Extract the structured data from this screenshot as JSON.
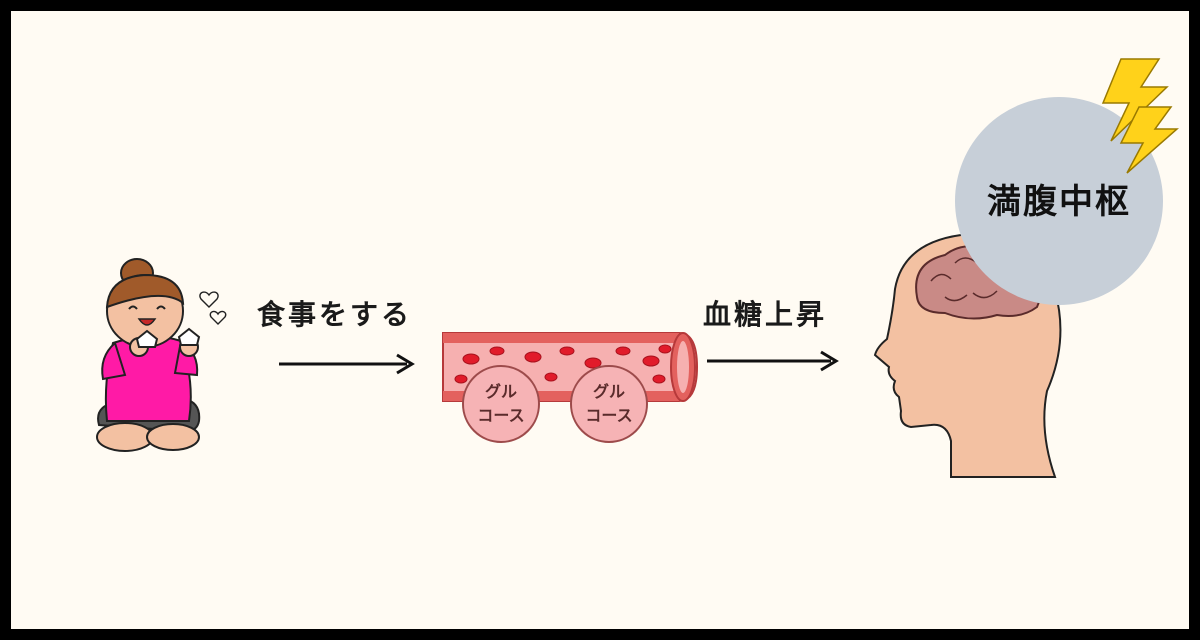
{
  "diagram": {
    "step1_label": "食事をする",
    "step2_label": "血糖上昇",
    "glucose": [
      {
        "line1": "グル",
        "line2": "コース"
      },
      {
        "line1": "グル",
        "line2": "コース"
      }
    ],
    "brain_center_label": "満腹中枢"
  },
  "colors": {
    "background": "#fffbf3",
    "frame": "#000000",
    "vessel": "#e3615e",
    "blood_cell": "#e11b2a",
    "glucose_fill": "#f6b3b5",
    "skin": "#f3c1a2",
    "brain": "#c98a86",
    "satiety_circle": "#c7cfd8",
    "lightning": "#ffd21a",
    "shirt": "#ff1aa6"
  }
}
